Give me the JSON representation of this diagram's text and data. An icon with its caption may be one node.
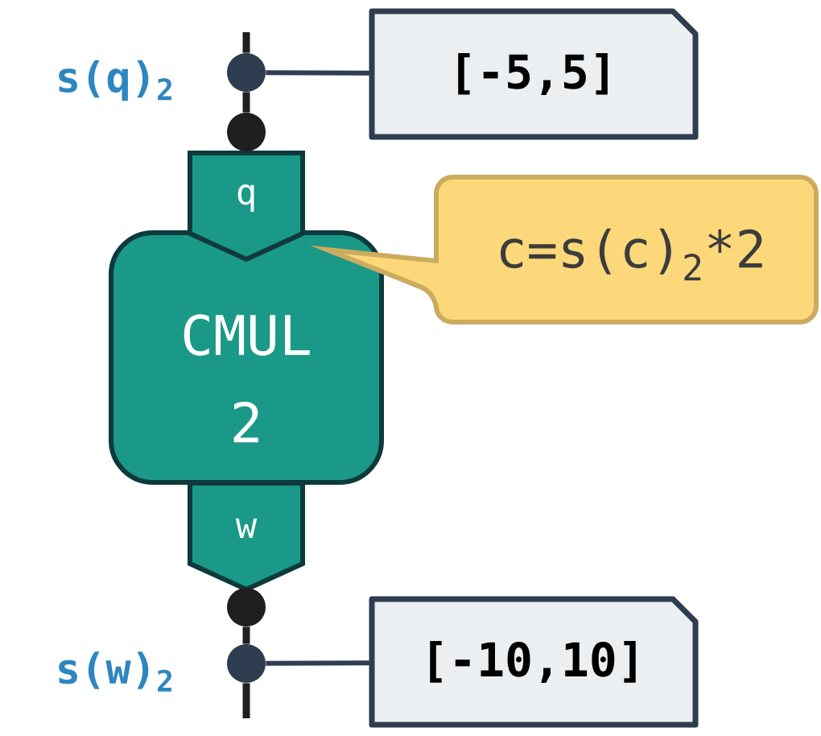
{
  "diagram": {
    "nodes": [
      {
        "text": [
          "CMUL",
          "2"
        ]
      },
      {
        "text": [
          "q"
        ]
      },
      {
        "text": [
          "w"
        ]
      },
      {
        "text": [],
        "shape": "circle",
        "beside": [
          "s(q)$_{2}$"
        ]
      },
      {
        "text": [],
        "shape": "circle"
      },
      {
        "text": [
          "[-5,5]"
        ]
      },
      {
        "text": [
          "c=s(c)$_{2}$*2"
        ]
      },
      {
        "text": [],
        "shape": "circle"
      },
      {
        "text": [],
        "shape": "circle",
        "beside": [
          "s(w)$_{2}$"
        ]
      },
      {
        "text": [
          "[-10,10]"
        ]
      }
    ],
    "edges": [
      {
        "from": null,
        "to": 3,
        "arrow": "none"
      },
      {
        "from": 3,
        "to": 4,
        "arrow": "none"
      },
      {
        "from": 3,
        "to": 5,
        "arrow": "none"
      },
      {
        "from": 7,
        "to": 8,
        "arrow": "none"
      },
      {
        "from": 8,
        "to": null,
        "arrow": "none"
      },
      {
        "from": 8,
        "to": 9,
        "arrow": "none"
      }
    ]
  }
}
